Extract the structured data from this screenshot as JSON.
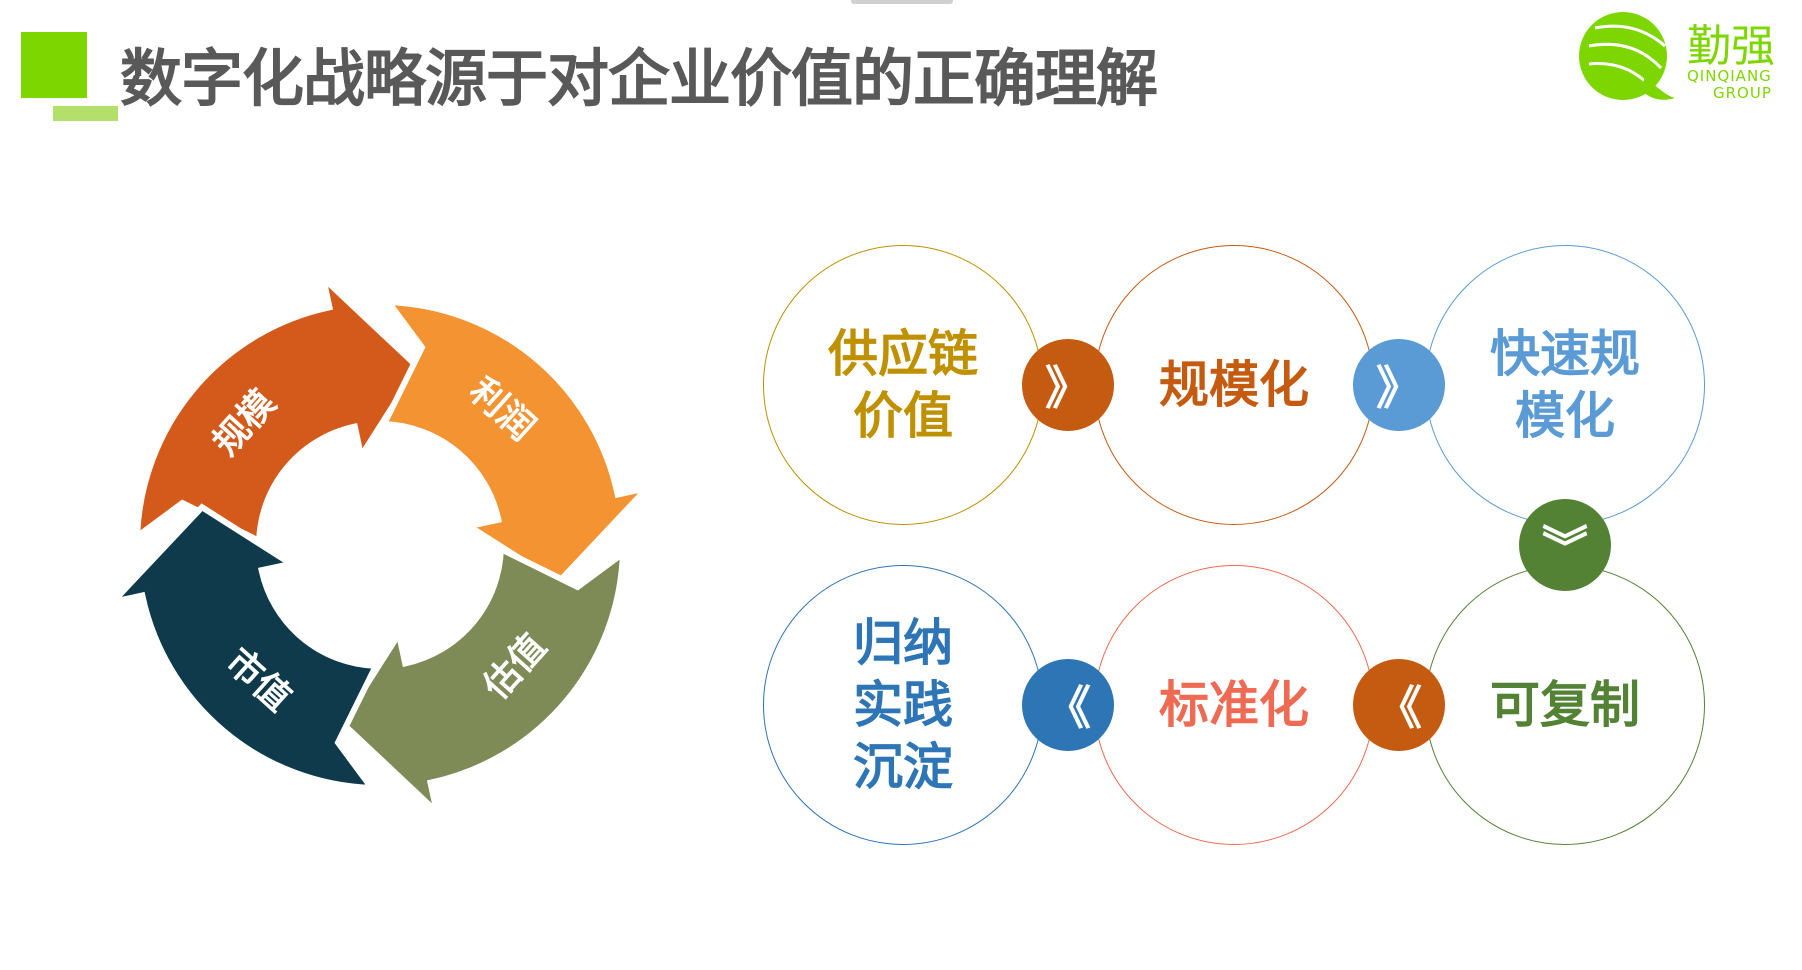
{
  "title": "数字化战略源于对企业价值的正确理解",
  "logo": {
    "cn": "勤强",
    "en_line1": "QINQIANG",
    "en_line2": "GROUP",
    "color": "#7ED600"
  },
  "cycle": [
    {
      "label": "规模",
      "color": "#D35A1B"
    },
    {
      "label": "利润",
      "color": "#F39332"
    },
    {
      "label": "估值",
      "color": "#7E8B57"
    },
    {
      "label": "市值",
      "color": "#0E3A4B"
    }
  ],
  "flow": {
    "circles": [
      {
        "label": "供应链价值",
        "color": "#BF9000"
      },
      {
        "label": "规模化",
        "color": "#C55A11"
      },
      {
        "label": "快速规模化",
        "color": "#5B9BD5"
      },
      {
        "label": "可复制",
        "color": "#548235"
      },
      {
        "label": "标准化",
        "color": "#EE6A52"
      },
      {
        "label": "归纳实践沉淀",
        "color": "#2E75B6"
      }
    ],
    "connectors": [
      {
        "glyph": "》",
        "color": "#C55A11"
      },
      {
        "glyph": "》",
        "color": "#5B9BD5"
      },
      {
        "glyph": "︾",
        "color": "#548235"
      },
      {
        "glyph": "《",
        "color": "#C55A11"
      },
      {
        "glyph": "《",
        "color": "#2E75B6"
      }
    ]
  }
}
